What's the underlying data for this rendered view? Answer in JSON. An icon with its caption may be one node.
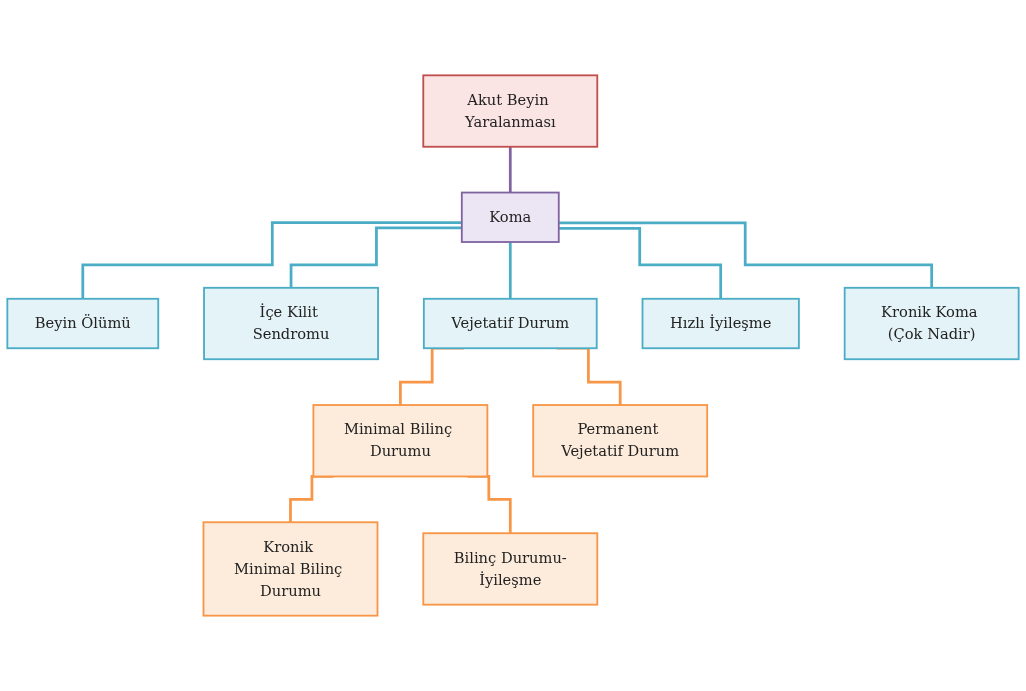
{
  "diagram": {
    "nodes": [
      {
        "text": [
          "Akut Beyin Yaralanması"
        ]
      },
      {
        "text": [
          "Koma"
        ]
      },
      {
        "text": [
          "Beyin Ölümü"
        ]
      },
      {
        "text": [
          "İçe Kilit Sendromu"
        ]
      },
      {
        "text": [
          "Vejetatif Durum"
        ]
      },
      {
        "text": [
          "Hızlı İyileşme"
        ]
      },
      {
        "text": [
          "Kronik Koma (Çok Nadir)"
        ]
      },
      {
        "text": [
          "Minimal Bilinç Durumu"
        ]
      },
      {
        "text": [
          "Permanent Vejetatif Durum"
        ]
      },
      {
        "text": [
          "Kronik Minimal Bilinç Durumu"
        ]
      },
      {
        "text": [
          "Bilinç Durumu-İyileşme"
        ]
      }
    ],
    "edges": [
      {
        "from": 0,
        "to": 1,
        "arrow": "none",
        "color": "#8064a2"
      },
      {
        "from": 1,
        "to": 2,
        "arrow": "none"
      },
      {
        "from": 1,
        "to": 3,
        "arrow": "none"
      },
      {
        "from": 1,
        "to": 4,
        "arrow": "none"
      },
      {
        "from": 1,
        "to": 5,
        "arrow": "none"
      },
      {
        "from": 1,
        "to": 6,
        "arrow": "none"
      },
      {
        "from": 4,
        "to": 7,
        "arrow": "none",
        "color": "#f79646"
      },
      {
        "from": 4,
        "to": 8,
        "arrow": "none",
        "color": "#f79646"
      },
      {
        "from": 7,
        "to": 9,
        "arrow": "none",
        "color": "#f79646"
      },
      {
        "from": 7,
        "to": 10,
        "arrow": "none",
        "color": "#f79646"
      }
    ]
  }
}
